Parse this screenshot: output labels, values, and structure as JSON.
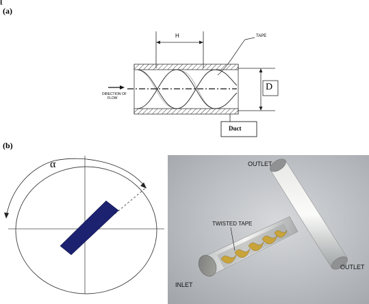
{
  "panel_a": {
    "label": "(a)",
    "top_fragment": "[",
    "pitch_label": "H",
    "tape_label": "TAPE",
    "flow_label_line1": "DIRECTION OF",
    "flow_label_line2": "FLOW",
    "diameter_label": "D",
    "duct_label": "Duct"
  },
  "panel_b": {
    "label": "(b)",
    "angle_label": "α",
    "outlet_top_label": "OUTLET",
    "outlet_right_label": "OUTLET",
    "twisted_tape_label": "TWISTED TAPE",
    "inlet_label": "INLET"
  },
  "colors": {
    "tape_blue": "#1c2270",
    "render_bg": "#b9bcc0",
    "tape_gold": "#c9a43a"
  }
}
